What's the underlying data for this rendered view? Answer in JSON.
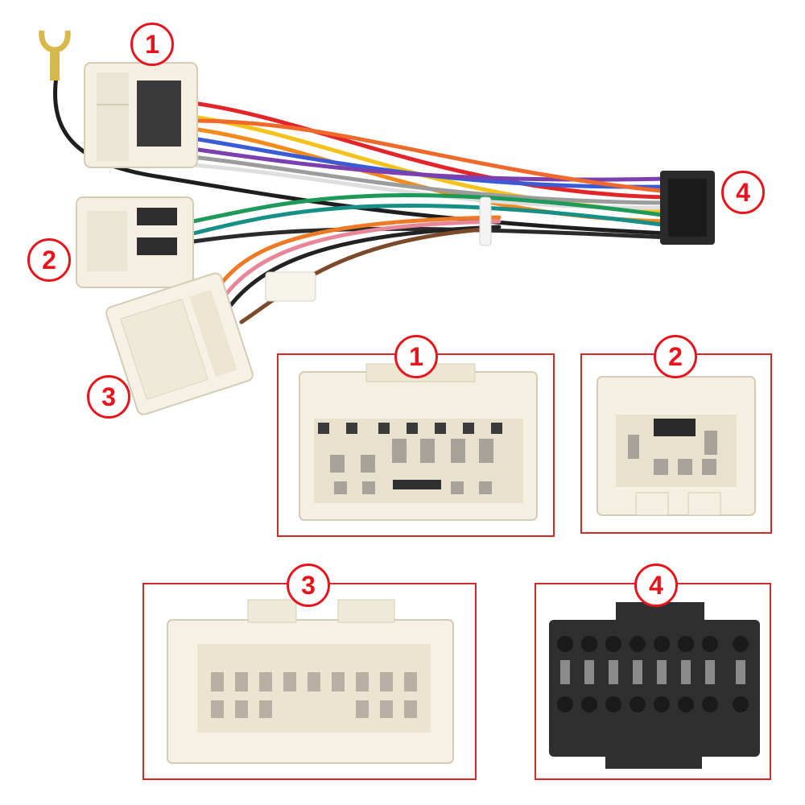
{
  "labels": {
    "c1": "1",
    "c2": "2",
    "c3": "3",
    "c4": "4"
  },
  "colors": {
    "label_red": "#e8141c",
    "frame_red": "#d22a2a",
    "connector_white": "#f4efe1",
    "connector_black": "#2b2b2b"
  }
}
